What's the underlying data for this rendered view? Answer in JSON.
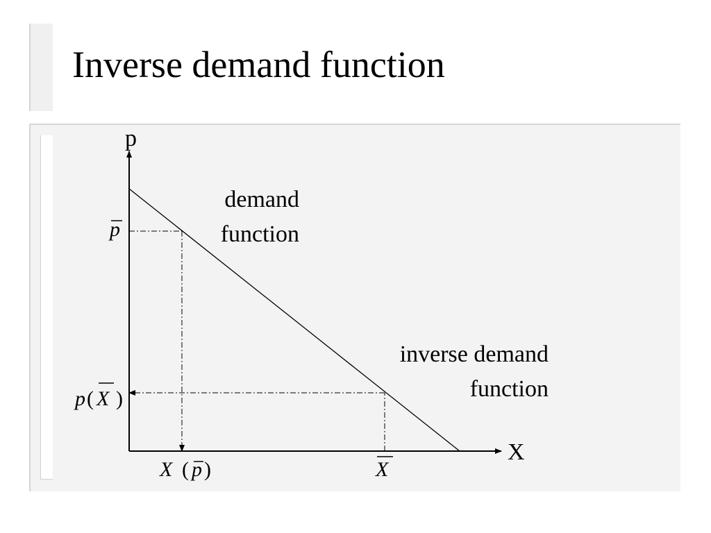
{
  "slide": {
    "title": "Inverse demand function"
  },
  "diagram": {
    "y_axis_label": "p",
    "x_axis_label": "X",
    "curve_label_demand_line1": "demand",
    "curve_label_demand_line2": "function",
    "curve_label_inverse_line1": "inverse demand",
    "curve_label_inverse_line2": "function",
    "tick_p_bar": "p",
    "tick_p_of_xbar_func": "p",
    "tick_p_of_xbar_open": "(",
    "tick_p_of_xbar_arg": "X",
    "tick_p_of_xbar_close": ")",
    "tick_x_of_pbar_func": "X",
    "tick_x_of_pbar_open": "(",
    "tick_x_of_pbar_arg": "p",
    "tick_x_of_pbar_close": ")",
    "tick_x_bar": "X"
  }
}
